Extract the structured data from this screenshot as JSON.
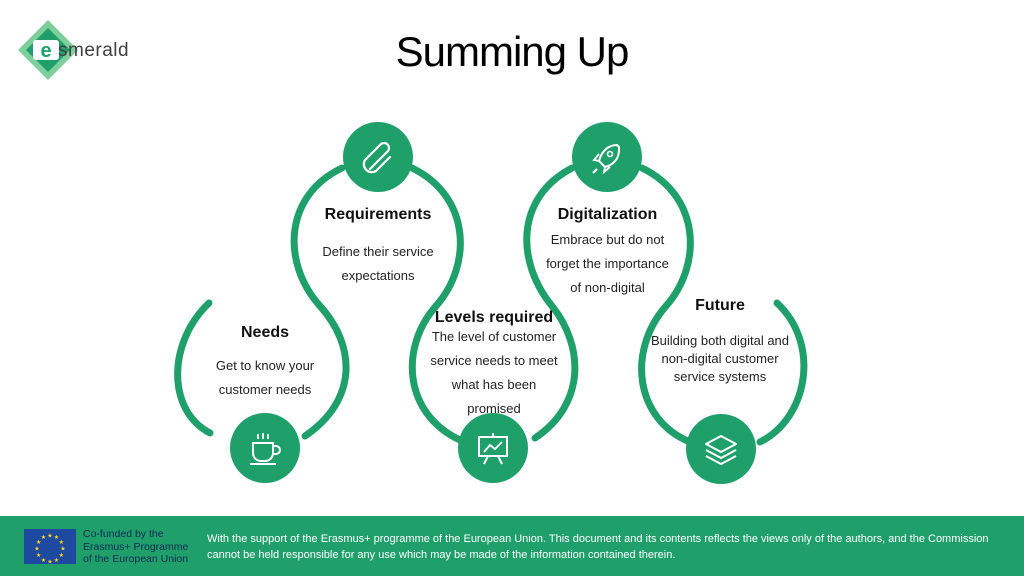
{
  "logo": {
    "wordmark": "smerald",
    "letter": "e"
  },
  "title": "Summing Up",
  "steps": [
    {
      "heading": "Needs",
      "description": [
        "Get to know your",
        "customer needs"
      ],
      "icon": "coffee-cup-icon"
    },
    {
      "heading": "Requirements",
      "description": [
        "Define their service",
        "expectations"
      ],
      "icon": "paperclip-icon"
    },
    {
      "heading": "Levels required",
      "description": [
        "The level of customer",
        "service needs to meet",
        "what has been",
        "promised"
      ],
      "icon": "presentation-board-icon"
    },
    {
      "heading": "Digitalization",
      "description": [
        "Embrace but do not",
        "forget the importance",
        "of non-digital"
      ],
      "icon": "rocket-icon"
    },
    {
      "heading": "Future",
      "description": [
        "Building both digital and",
        "non-digital customer",
        "service systems"
      ],
      "icon": "layers-icon"
    }
  ],
  "footer": {
    "eu_lines": [
      "Co-funded by the",
      "Erasmus+ Programme",
      "of the European Union"
    ],
    "disclaimer": "With the support of the Erasmus+ programme of the European Union. This document and its contents reflects the views only of the authors, and the Commission cannot be held responsible for any use which may be made of the information contained therein."
  },
  "colors": {
    "accent": "#1fa06b",
    "eu_blue": "#1d4aa0",
    "eu_star": "#ffd617"
  }
}
